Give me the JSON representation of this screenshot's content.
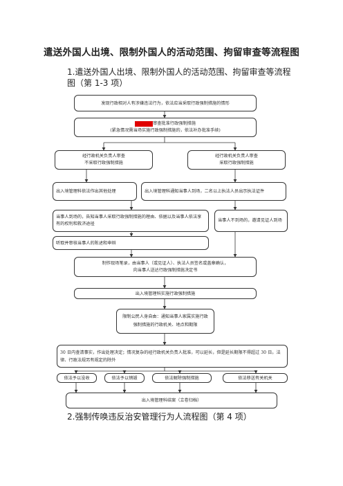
{
  "title": "遣送外国人出境、限制外国人的活动范围、拘留审查等流程图",
  "section1": {
    "heading": "1.遣送外国人出境、限制外国人的活动范围、拘留审查等流程图（第 1-3 项）"
  },
  "section2": {
    "heading": "2.强制传唤违反治安管理行为人流程图（第 4 项）"
  },
  "colors": {
    "redacted": "#e00000",
    "border": "#333333"
  },
  "nodes": {
    "n1": "发现行政相对人有涉嫌违法行为，依法应当采取行政强制措施的情形",
    "n2a": "审查批准行政强制措施",
    "n2b": "(紧急情况需当场实施行政强制措施的，依法补办批准手续)",
    "n3a": "经行政机关负责人审查",
    "n3b": "不采取行政强制措施",
    "n4a": "经行政机关负责人审查",
    "n4b": "采取行政强制措施",
    "n5": "出入境管理科依法作出其他处理",
    "n6": "出入境管理科通知当事人到场，二名以上执法人员出示执法证件",
    "n7": "当事人到场的，告知当事人采取行政强制措施的理由、依据以及当事人依法享有的权利和救济途径",
    "n8": "当事人不到场的，邀请见证人到场",
    "n9": "听取并审核当事人的陈述和申辩",
    "n10a": "制作现场笔录，由当事人（或见证人）、执法人员签名或盖章确认，",
    "n10b": "向当事人送达行政强制措施决定书",
    "n11": "出入境管理科实施行政强制措施",
    "n12a": "限制公民人身自由：通知当事人家属实施行政",
    "n12b": "强制措施的行政机关、地点和期限",
    "n13": "30 日内查清事实，作出处理决定；情况复杂的经行政机关负责人批准，可以延长，但是延长期限不得超过 30 日。法律、行政法规另有规定的除外",
    "o1": "依法予以没收",
    "o2": "依法予以销毁",
    "o3": "依法解除强制措施",
    "o4": "依法移送有关机关",
    "n15": "出入境管理科结案（立卷归档）"
  }
}
